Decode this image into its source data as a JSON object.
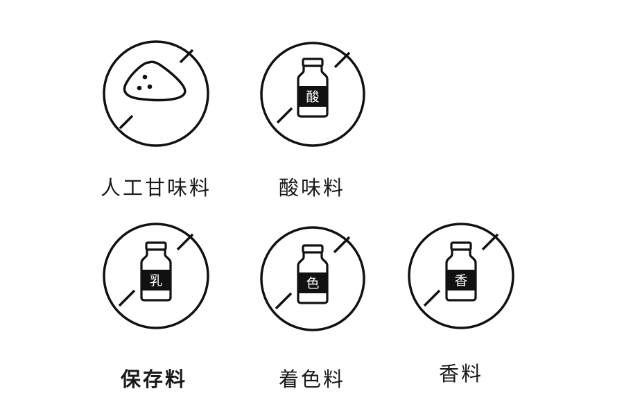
{
  "colors": {
    "stroke": "#111111",
    "background": "#ffffff",
    "label_fill": "#111111",
    "label_text": "#ffffff"
  },
  "items": [
    {
      "id": "artificial-sweetener",
      "label": "人工甘味料",
      "icon": "sugar-pile-prohibited-icon",
      "bottle_text": ""
    },
    {
      "id": "acidulant",
      "label": "酸味料",
      "icon": "bottle-prohibited-icon",
      "bottle_text": "酸"
    },
    {
      "id": "preservative",
      "label": "保存料",
      "icon": "bottle-prohibited-icon",
      "bottle_text": "乳"
    },
    {
      "id": "coloring",
      "label": "着色料",
      "icon": "bottle-prohibited-icon",
      "bottle_text": "色"
    },
    {
      "id": "flavoring",
      "label": "香料",
      "icon": "bottle-prohibited-icon",
      "bottle_text": "香"
    }
  ]
}
